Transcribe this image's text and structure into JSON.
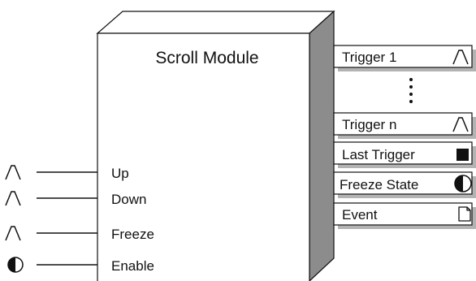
{
  "module": {
    "title": "Scroll Module"
  },
  "inputs": [
    {
      "label": "Up",
      "icon": "pulse-icon"
    },
    {
      "label": "Down",
      "icon": "pulse-icon"
    },
    {
      "label": "Freeze",
      "icon": "pulse-icon"
    },
    {
      "label": "Enable",
      "icon": "half-circle-icon"
    }
  ],
  "outputs": [
    {
      "label": "Trigger 1",
      "icon": "pulse-icon"
    },
    {
      "label": "Trigger n",
      "icon": "pulse-icon"
    },
    {
      "label": "Last Trigger",
      "icon": "filled-square-icon"
    },
    {
      "label": "Freeze State",
      "icon": "half-circle-icon"
    },
    {
      "label": "Event",
      "icon": "document-icon"
    }
  ],
  "colors": {
    "stroke": "#111111",
    "box_fill": "#ffffff",
    "side_face": "#8c8c8c",
    "shadow": "#b3b3b3"
  }
}
